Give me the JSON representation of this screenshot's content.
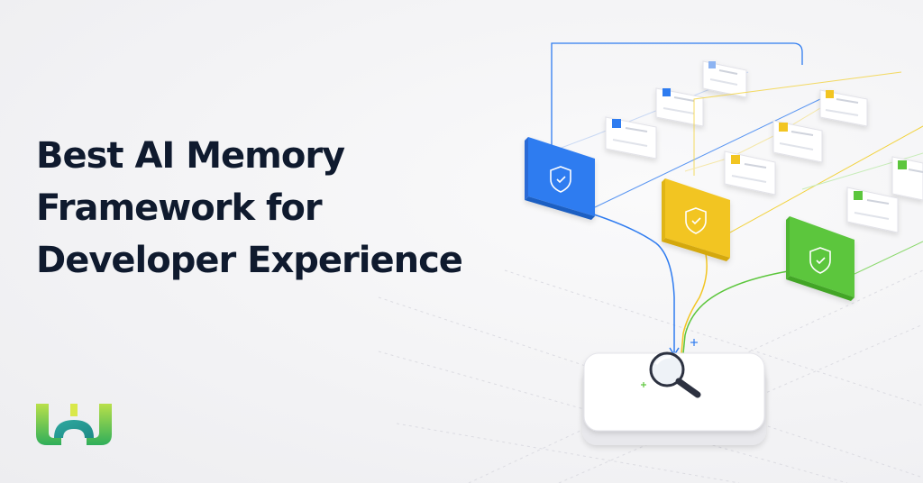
{
  "headline": {
    "line1": "Best AI Memory",
    "line2": "Framework for",
    "line3": "Developer Experience"
  },
  "colors": {
    "blue": "#2f7cf0",
    "yellow": "#f2c522",
    "green": "#5cc63c",
    "ink": "#0f1a2e"
  },
  "icons": [
    "shield-check-icon",
    "magnifier-icon",
    "logo-mark"
  ]
}
